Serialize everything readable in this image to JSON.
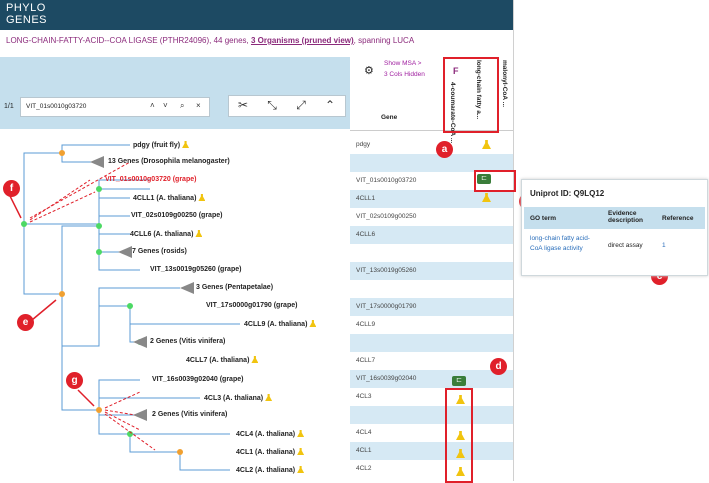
{
  "header": {
    "logo_line1": "PHYLO",
    "logo_line2": "GENES"
  },
  "subtitle": {
    "family": "LONG-CHAIN-FATTY-ACID--COA LIGASE (PTHR24096), 44 genes, ",
    "organisms": "3 Organisms (pruned view)",
    "tail": ", spanning LUCA"
  },
  "toolbar": {
    "page": "1/1",
    "search_value": "VIT_01s0010g03720",
    "up": "˄",
    "down": "˅",
    "search_icon": "🔍",
    "clear": "×"
  },
  "msa": {
    "show": "Show MSA >",
    "hidden": "3 Cols Hidden",
    "gene_header": "Gene",
    "col1": "4-coumarate-CoA ...",
    "col2": "long-chain fatty a...",
    "col3": "malonyl-CoA ...",
    "badge": "F"
  },
  "tree_labels": [
    "pdgy (fruit fly)",
    "13 Genes (Drosophila melanogaster)",
    "VIT_01s0010g03720 (grape)",
    "4CLL1 (A. thaliana)",
    "VIT_02s0109g00250 (grape)",
    "4CLL6 (A. thaliana)",
    "7 Genes (rosids)",
    "VIT_13s0019g05260 (grape)",
    "3 Genes (Pentapetalae)",
    "VIT_17s0000g01790 (grape)",
    "4CLL9 (A. thaliana)",
    "2 Genes (Vitis vinifera)",
    "4CLL7 (A. thaliana)",
    "VIT_16s0039g02040 (grape)",
    "4CL3 (A. thaliana)",
    "2 Genes (Vitis vinifera)",
    "4CL4 (A. thaliana)",
    "4CL1 (A. thaliana)",
    "4CL2 (A. thaliana)"
  ],
  "gene_rows": [
    "pdgy",
    "",
    "VIT_01s0010g03720",
    "4CLL1",
    "VIT_02s0109g00250",
    "4CLL6",
    "",
    "VIT_13s0019g05260",
    "",
    "VIT_17s0000g01790",
    "4CLL9",
    "",
    "4CLL7",
    "VIT_16s0039g02040",
    "4CL3",
    "",
    "4CL4",
    "4CL1",
    "4CL2"
  ],
  "callouts": [
    "a",
    "b",
    "c",
    "d",
    "e",
    "f",
    "g"
  ],
  "uniprot": {
    "title": "Uniprot ID: Q9LQ12",
    "col1": "GO term",
    "col2": "Evidence description",
    "col3": "Reference",
    "term": "long-chain fatty acid-CoA ligase activity",
    "evidence": "direct assay",
    "ref": "1"
  },
  "colors": {
    "header": "#1d4a63",
    "accent": "#8b2a7b",
    "highlight": "#e0202a",
    "row_alt": "#d6e9f4"
  }
}
